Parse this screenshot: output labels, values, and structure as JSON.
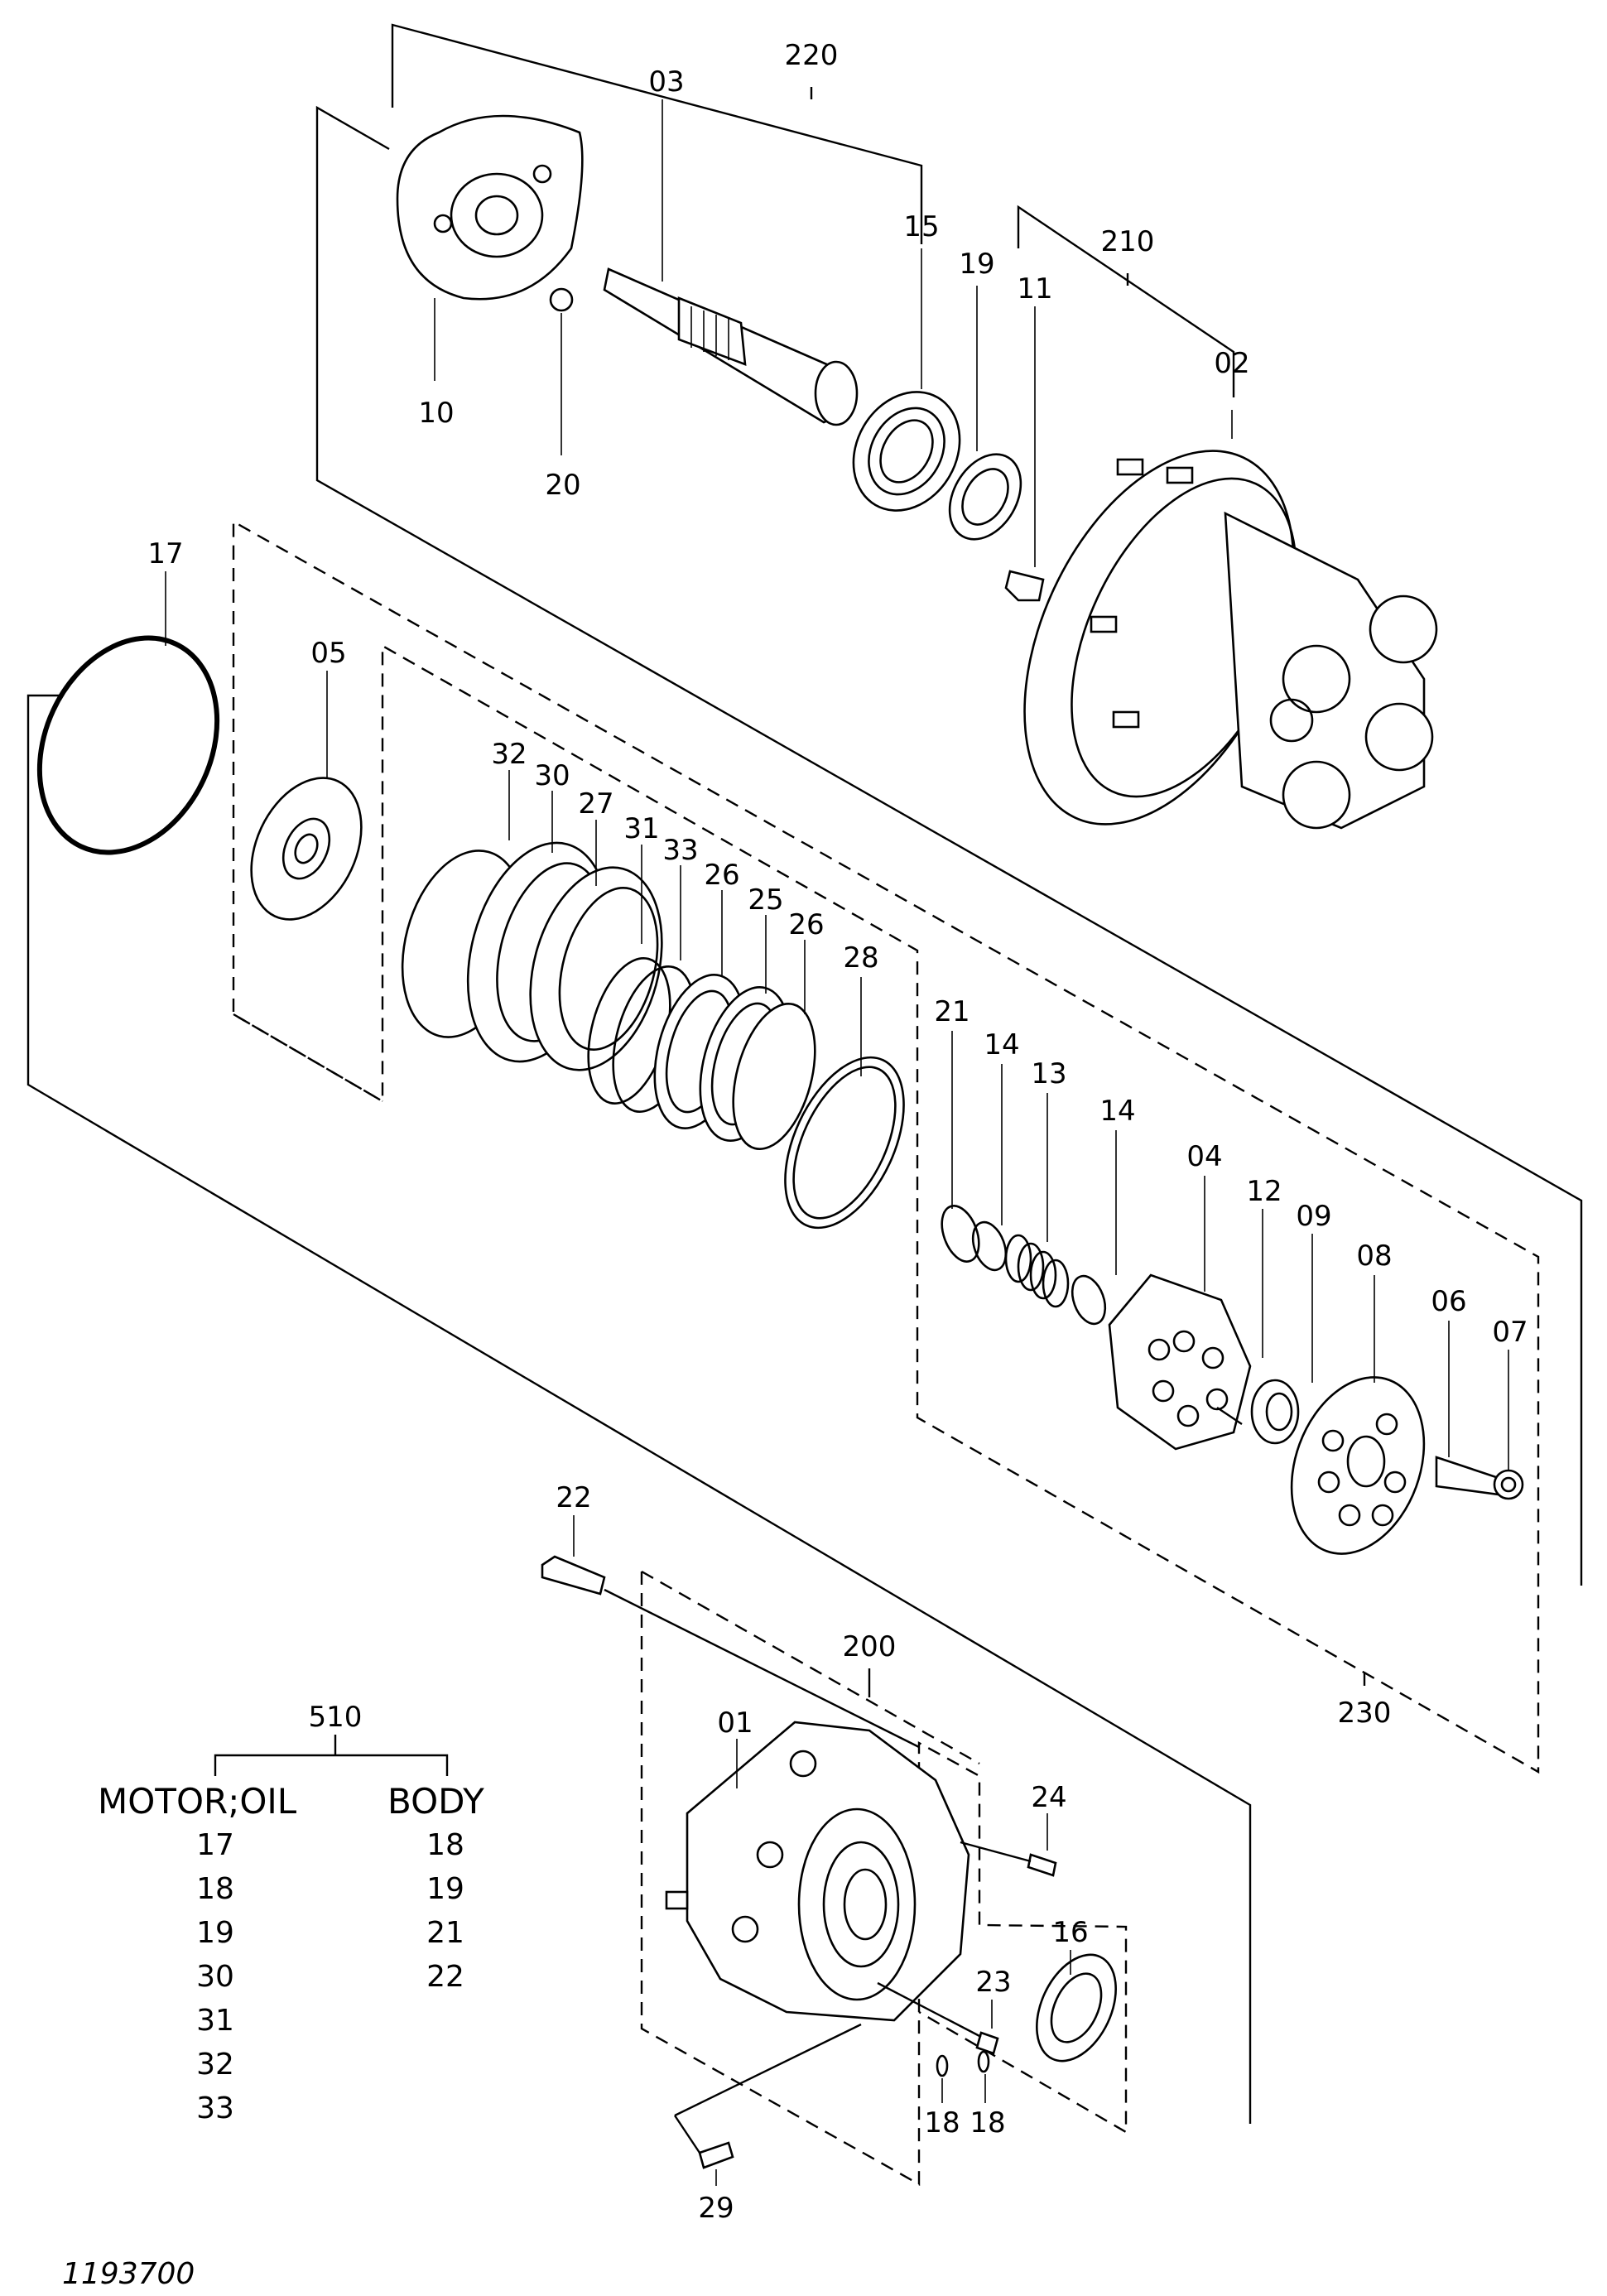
{
  "reference": "1193700",
  "group_labels": {
    "g220": "220",
    "g210": "210",
    "g230": "230",
    "g200": "200"
  },
  "part_labels": {
    "p03": "03",
    "p15": "15",
    "p19": "19",
    "p11": "11",
    "p02": "02",
    "p10": "10",
    "p20": "20",
    "p17": "17",
    "p05": "05",
    "p32": "32",
    "p30": "30",
    "p27": "27",
    "p31": "31",
    "p33": "33",
    "p26a": "26",
    "p25": "25",
    "p26b": "26",
    "p28": "28",
    "p21": "21",
    "p14a": "14",
    "p13": "13",
    "p14b": "14",
    "p04": "04",
    "p12": "12",
    "p09": "09",
    "p08": "08",
    "p06": "06",
    "p07": "07",
    "p22": "22",
    "p01": "01",
    "p24": "24",
    "p16": "16",
    "p23": "23",
    "p18a": "18",
    "p18b": "18",
    "p29": "29"
  },
  "kit_table": {
    "kit_number": "510",
    "col1_header": "MOTOR;OIL",
    "col2_header": "BODY",
    "col1_items": [
      "17",
      "18",
      "19",
      "30",
      "31",
      "32",
      "33"
    ],
    "col2_items": [
      "18",
      "19",
      "21",
      "22"
    ]
  }
}
